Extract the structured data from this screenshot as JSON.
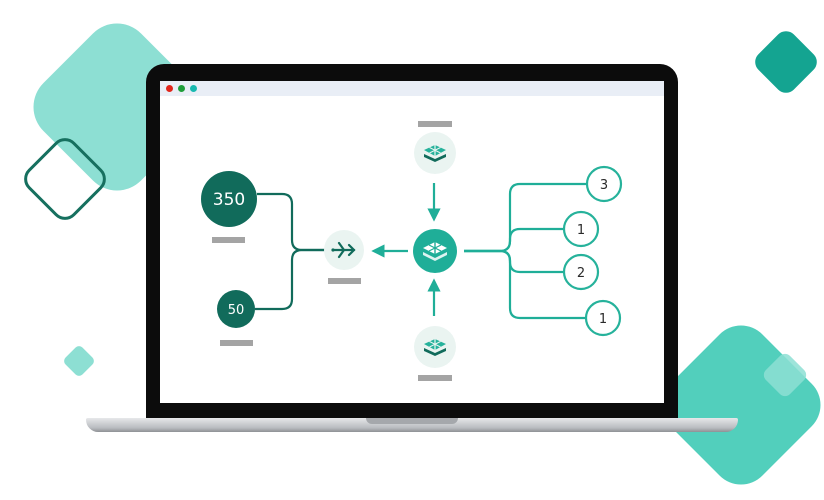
{
  "colors": {
    "dark_green": "#116b5b",
    "teal": "#1fae98",
    "mint": "#8ddfd3",
    "light_node": "#eaf4f1",
    "gray_label": "#a4a4a4",
    "outline_node": "#26b29b"
  },
  "diagram": {
    "sources": [
      {
        "value": "350"
      },
      {
        "value": "50"
      }
    ],
    "merge_node": {
      "icon": "route-merge-icon"
    },
    "center_node": {
      "icon": "cube-stack-icon"
    },
    "top_node": {
      "icon": "cube-stack-icon"
    },
    "bottom_node": {
      "icon": "cube-stack-icon"
    },
    "outputs": [
      {
        "value": "3"
      },
      {
        "value": "1"
      },
      {
        "value": "2"
      },
      {
        "value": "1"
      }
    ]
  }
}
